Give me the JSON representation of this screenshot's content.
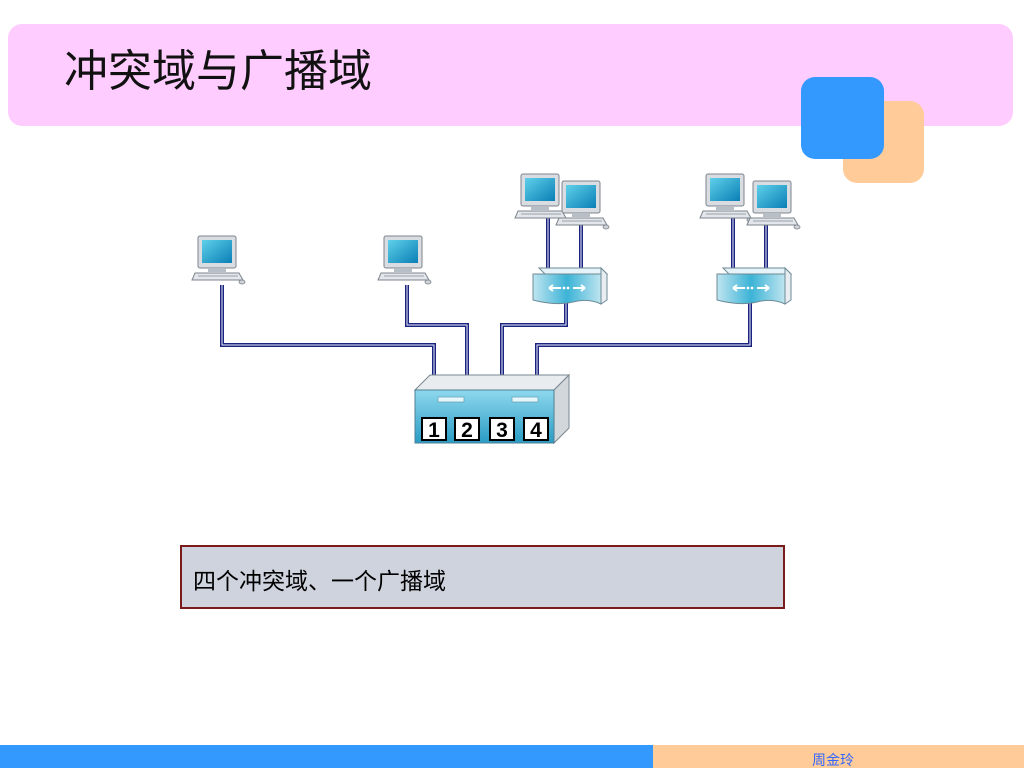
{
  "slide": {
    "title": "冲突域与广播域",
    "caption": "四个冲突域、一个广播域",
    "author": "周金玲"
  },
  "diagram": {
    "switch_ports": [
      "1",
      "2",
      "3",
      "4"
    ]
  },
  "colors": {
    "title_band": "#ffccff",
    "deco_blue": "#3399ff",
    "deco_orange": "#ffcc99",
    "caption_fill": "#cfd3de",
    "caption_border": "#7a1a1a",
    "cable": "#1a237e",
    "footer_text": "#3366ff"
  }
}
